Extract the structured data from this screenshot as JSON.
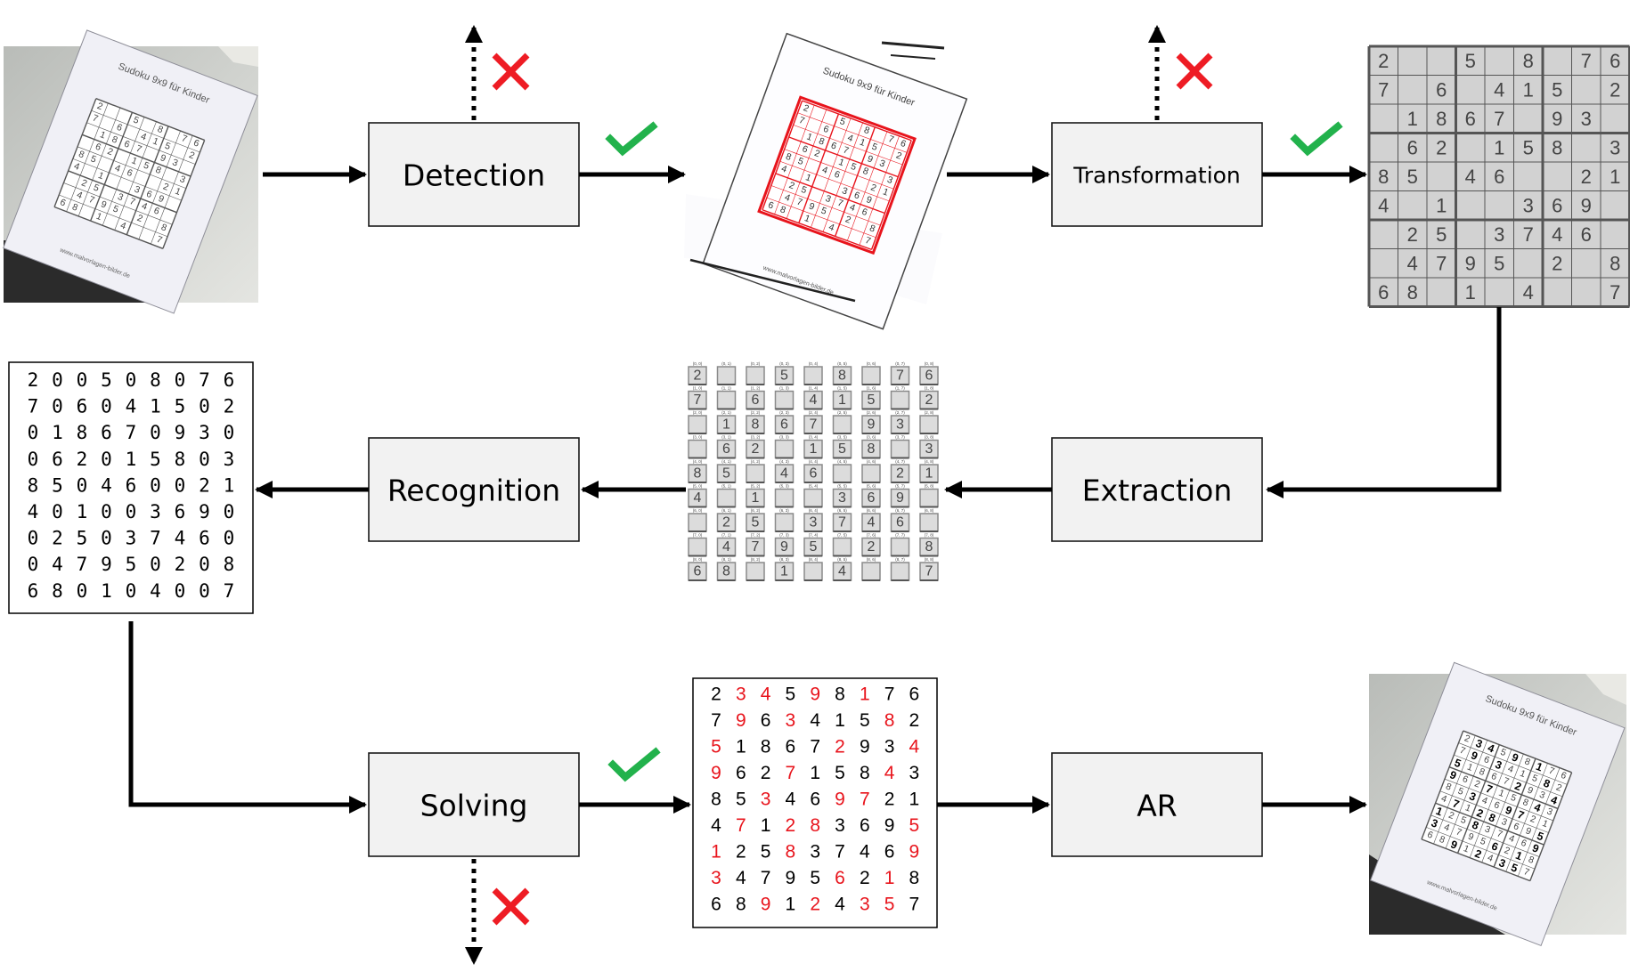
{
  "boxes": {
    "detection": "Detection",
    "transformation": "Transformation",
    "extraction": "Extraction",
    "recognition": "Recognition",
    "solving": "Solving",
    "ar": "AR"
  },
  "paper": {
    "title": "Sudoku 9x9 für Kinder",
    "website": "www.malvorlagen-bilder.de"
  },
  "givens": [
    "200508076",
    "706041502",
    "018670930",
    "062015803",
    "850460021",
    "401003690",
    "025037460",
    "047950208",
    "680104007"
  ],
  "solution": [
    "234598176",
    "796341582",
    "518672934",
    "962715843",
    "853469721",
    "471283695",
    "125837469",
    "347956218",
    "689124357"
  ],
  "colors": {
    "given": "#000000",
    "solved": "#e8141c",
    "check": "#22b24c",
    "cross": "#ee1c24",
    "box_fill": "#f2f2f2"
  },
  "icons": [
    "check-icon",
    "cross-icon"
  ]
}
